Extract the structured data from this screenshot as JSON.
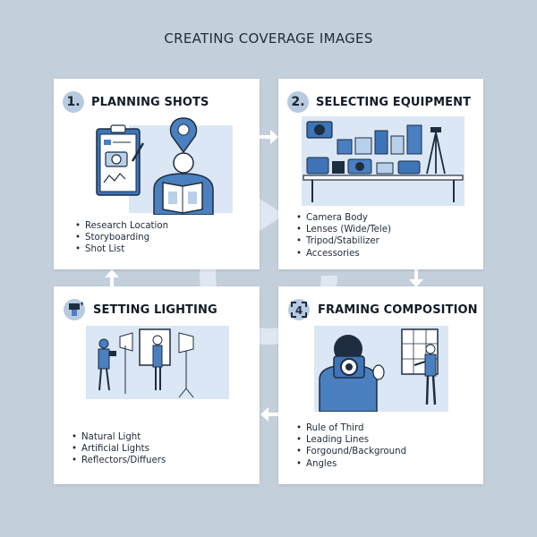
{
  "title": "CREATING COVERAGE IMAGES",
  "colors": {
    "background": "#c4cfdc",
    "accent": "#4a7fc0",
    "light_accent": "#b8d0ea",
    "dark": "#1e2d40"
  },
  "steps": [
    {
      "number": "1.",
      "title": "PLANNING SHOTS",
      "items": [
        "Research Location",
        "Storyboarding",
        "Shot List"
      ]
    },
    {
      "number": "2.",
      "title": "SELECTING EQUIPMENT",
      "items": [
        "Camera Body",
        "Lenses (Wide/Tele)",
        "Tripod/Stabilizer",
        "Accessories"
      ]
    },
    {
      "number": "",
      "icon": "flash-icon",
      "title": "SETTING LIGHTING",
      "items": [
        "Natural Light",
        "Artificial Lights",
        "Reflectors/Diffuers"
      ]
    },
    {
      "number": "4",
      "title": "FRAMING COMPOSITION",
      "items": [
        "Rule of Third",
        "Leading Lines",
        "Forgound/Background",
        "Angles"
      ]
    }
  ]
}
